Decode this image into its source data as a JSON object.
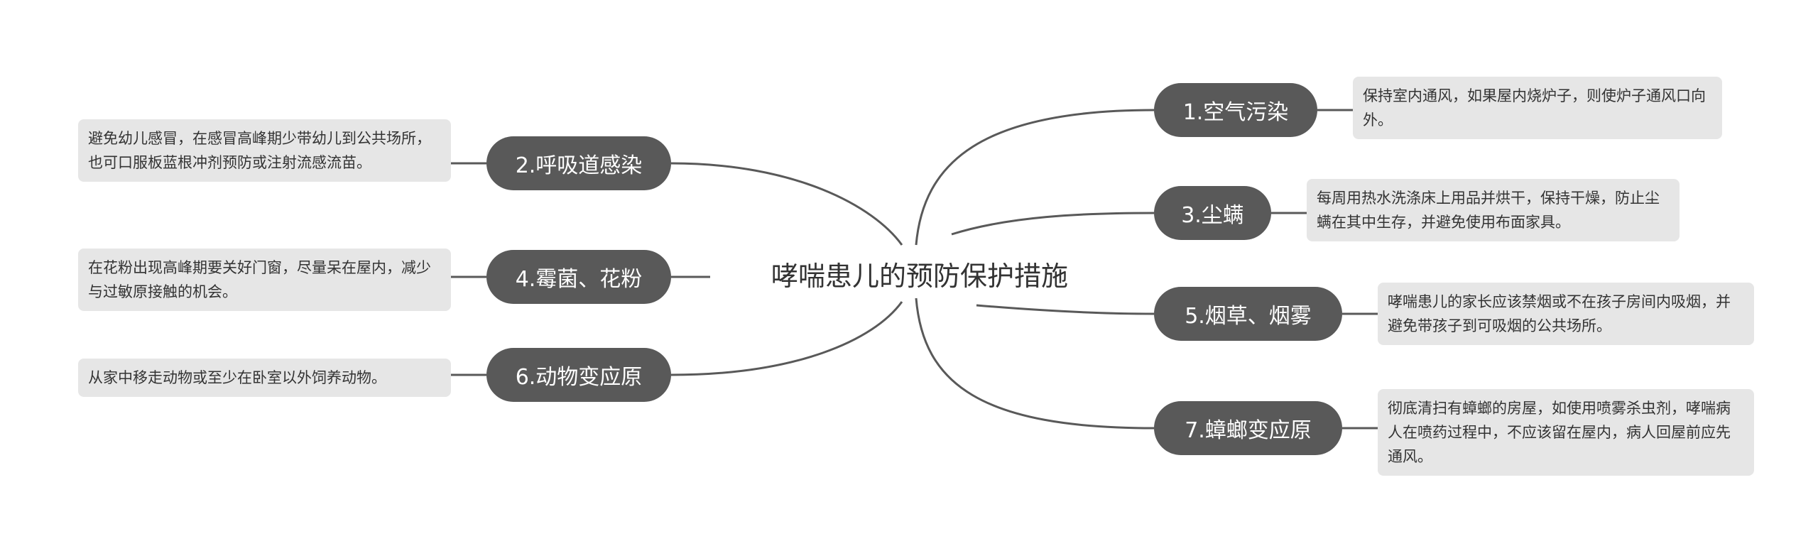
{
  "central_topic": "哮喘患儿的预防保护措施",
  "colors": {
    "topic_fill": "#595959",
    "topic_text": "#ffffff",
    "note_fill": "#e6e6e6",
    "line": "#595959"
  },
  "topics": [
    {
      "label": "1.空气污染",
      "note": "保持室内通风，如果屋内烧炉子，则使炉子通风口向外。"
    },
    {
      "label": "2.呼吸道感染",
      "note": "避免幼儿感冒，在感冒高峰期少带幼儿到公共场所，也可口服板蓝根冲剂预防或注射流感流苗。"
    },
    {
      "label": "3.尘螨",
      "note": "每周用热水洗涤床上用品并烘干，保持干燥，防止尘螨在其中生存，并避免使用布面家具。"
    },
    {
      "label": "4.霉菌、花粉",
      "note": "在花粉出现高峰期要关好门窗，尽量呆在屋内，减少与过敏原接触的机会。"
    },
    {
      "label": "5.烟草、烟雾",
      "note": "哮喘患儿的家长应该禁烟或不在孩子房间内吸烟，并避免带孩子到可吸烟的公共场所。"
    },
    {
      "label": "6.动物变应原",
      "note": "从家中移走动物或至少在卧室以外饲养动物。"
    },
    {
      "label": "7.蟑螂变应原",
      "note": "彻底清扫有蟑螂的房屋，如使用喷雾杀虫剂，哮喘病人在喷药过程中，不应该留在屋内，病人回屋前应先通风。"
    }
  ]
}
